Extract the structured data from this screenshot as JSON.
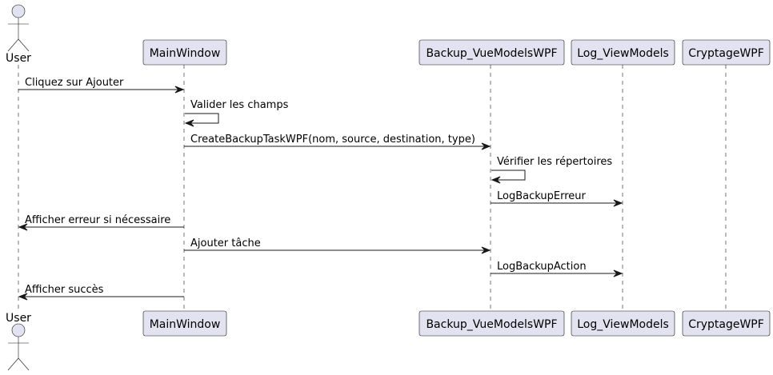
{
  "diagram": {
    "participants": [
      {
        "id": "user",
        "label": "User",
        "kind": "actor"
      },
      {
        "id": "mainwindow",
        "label": "MainWindow",
        "kind": "participant"
      },
      {
        "id": "backup_vm",
        "label": "Backup_VueModelsWPF",
        "kind": "participant"
      },
      {
        "id": "log_vm",
        "label": "Log_ViewModels",
        "kind": "participant"
      },
      {
        "id": "cryptage",
        "label": "CryptageWPF",
        "kind": "participant"
      }
    ],
    "messages": [
      {
        "from": "user",
        "to": "mainwindow",
        "label": "Cliquez sur Ajouter"
      },
      {
        "from": "mainwindow",
        "to": "mainwindow",
        "label": "Valider les champs"
      },
      {
        "from": "mainwindow",
        "to": "backup_vm",
        "label": "CreateBackupTaskWPF(nom, source, destination, type)"
      },
      {
        "from": "backup_vm",
        "to": "backup_vm",
        "label": "Vérifier les répertoires"
      },
      {
        "from": "backup_vm",
        "to": "log_vm",
        "label": "LogBackupErreur"
      },
      {
        "from": "mainwindow",
        "to": "user",
        "label": "Afficher erreur si nécessaire"
      },
      {
        "from": "mainwindow",
        "to": "backup_vm",
        "label": "Ajouter tâche"
      },
      {
        "from": "backup_vm",
        "to": "log_vm",
        "label": "LogBackupAction"
      },
      {
        "from": "mainwindow",
        "to": "user",
        "label": "Afficher succès"
      }
    ],
    "colors": {
      "participant_fill": "#E2E2F0",
      "stroke": "#181818",
      "text": "#000000"
    }
  }
}
